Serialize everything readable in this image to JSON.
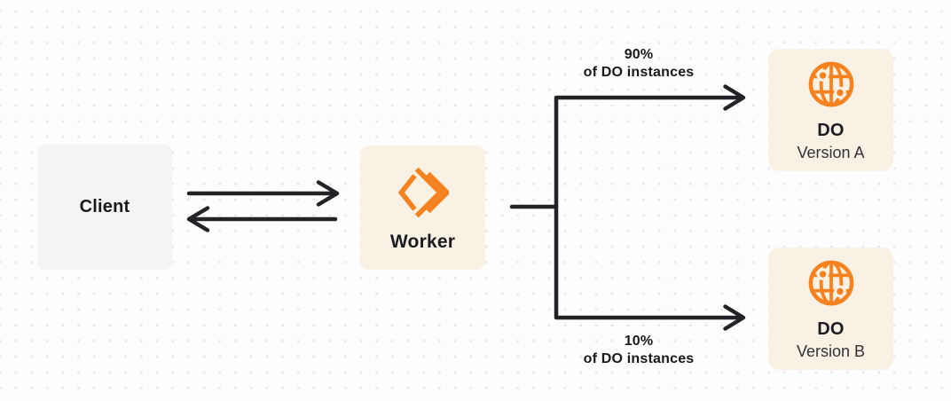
{
  "diagram": {
    "client": {
      "label": "Client"
    },
    "worker": {
      "label": "Worker"
    },
    "branch_top": {
      "percent": "90%",
      "caption": "of DO instances"
    },
    "branch_bottom": {
      "percent": "10%",
      "caption": "of DO instances"
    },
    "do_a": {
      "title": "DO",
      "version": "Version A"
    },
    "do_b": {
      "title": "DO",
      "version": "Version B"
    }
  },
  "icons": {
    "worker_icon": "cloudflare-workers-icon",
    "do_icon": "globe-icon"
  },
  "colors": {
    "accent_orange": "#F6821F",
    "tinted_box_bg": "#FAF1E5",
    "client_box_bg": "#F4F4F5",
    "connector": "#212327",
    "text_primary": "#1A1C1F",
    "text_secondary": "#2F3338",
    "dot_grid": "#E8E8EA",
    "canvas_bg": "#FDFDFD"
  }
}
